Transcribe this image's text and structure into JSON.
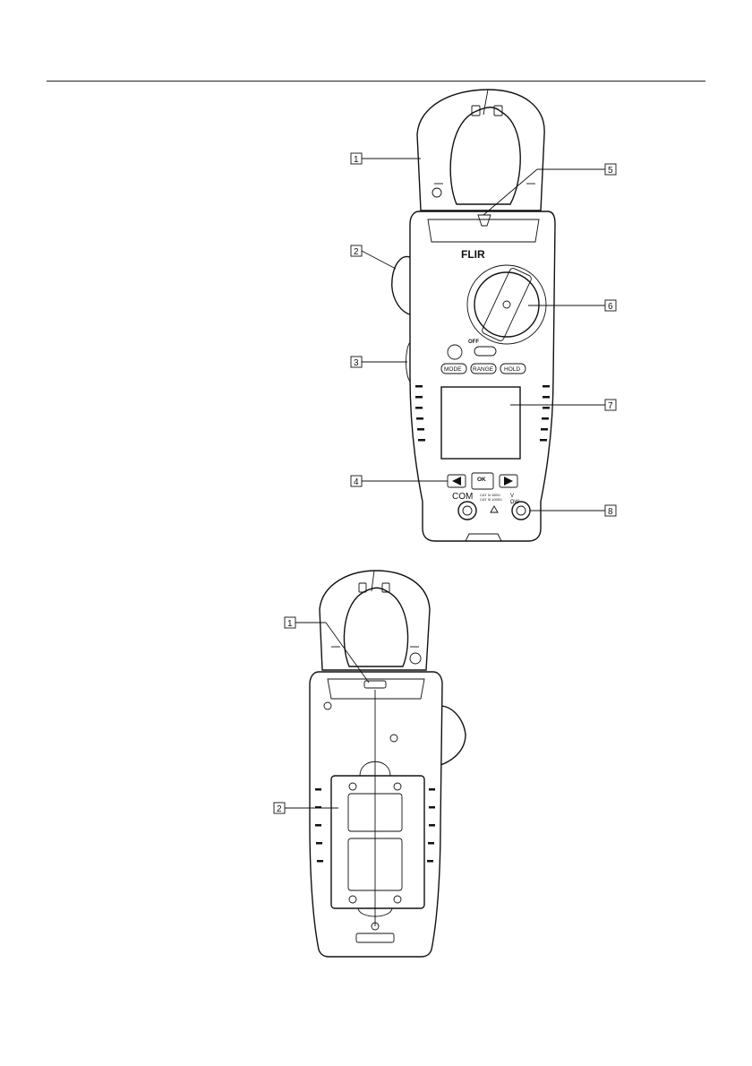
{
  "callouts_front": [
    "1",
    "2",
    "3",
    "4",
    "5",
    "6",
    "7",
    "8"
  ],
  "callouts_back": [
    "1",
    "2"
  ],
  "brand": "FLIR",
  "buttons": {
    "mode": "MODE",
    "range": "RANGE",
    "hold": "HOLD",
    "ok": "OK"
  },
  "dial_off": "OFF",
  "terminals": {
    "com": "COM",
    "volt": "V",
    "ohm": "ΩW"
  },
  "category": {
    "line1": "CAT IV 600V",
    "line2": "CAT III 1000V"
  },
  "icons": [
    "flashlight-icon",
    "arrow-left-icon",
    "arrow-right-icon",
    "enter-icon",
    "warning-icon",
    "screw-icon",
    "lock-icon"
  ]
}
